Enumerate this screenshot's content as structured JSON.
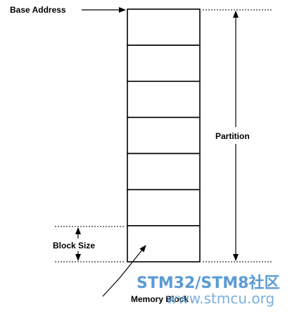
{
  "labels": {
    "base_address": "Base Address",
    "partition": "Partition",
    "block_size": "Block Size",
    "memory_block": "Memory Block"
  },
  "memory_blocks": [
    {
      "index": 0
    },
    {
      "index": 1
    },
    {
      "index": 2
    },
    {
      "index": 3
    },
    {
      "index": 4
    },
    {
      "index": 5
    },
    {
      "index": 6
    }
  ],
  "watermark": {
    "line1": "STM32/STM8社区",
    "line2": "www.stmcu.org",
    "color": "#5b9bd5"
  }
}
